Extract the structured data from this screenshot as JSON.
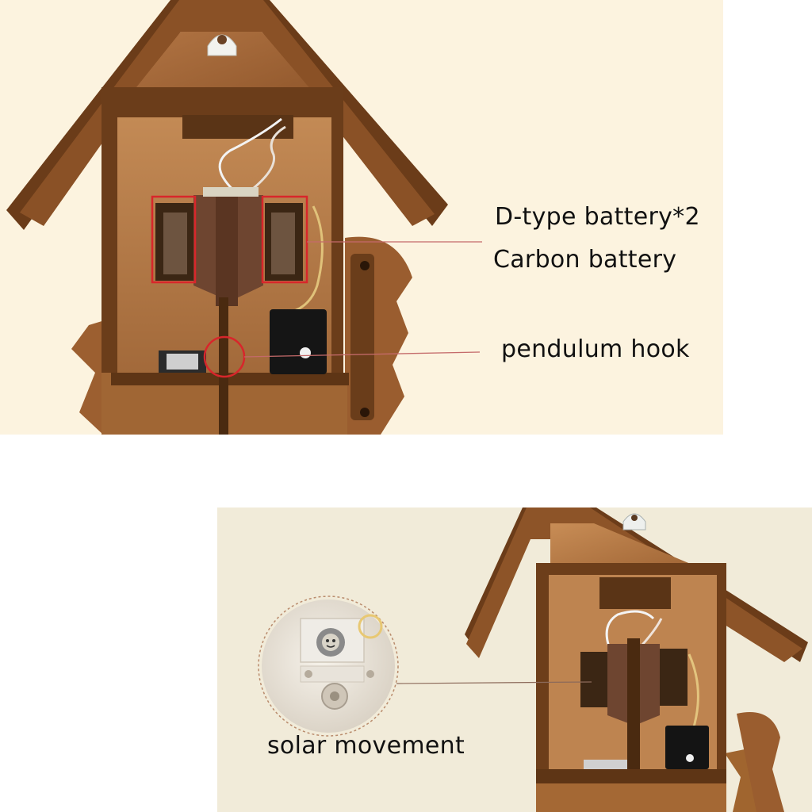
{
  "annotations": {
    "battery_type": "D-type battery*2",
    "battery_kind": "Carbon battery",
    "pendulum_hook": "pendulum hook",
    "solar_movement": "solar movement"
  },
  "colors": {
    "panel_top_bg": "#fcf3df",
    "panel_bottom_bg": "#f1ebd9",
    "wood_light": "#a8683a",
    "wood_dark": "#5a3416",
    "highlight_red": "#d8262b"
  }
}
